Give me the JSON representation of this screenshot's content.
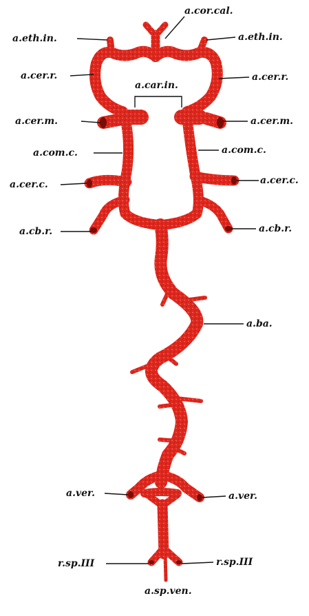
{
  "colors": {
    "artery": "#e0281e",
    "artery_dark": "#a8120c",
    "ink": "#111111",
    "background": "#ffffff"
  },
  "labels": {
    "cor_cal": "a.cor.cal.",
    "eth_in_left": "a.eth.in.",
    "eth_in_right": "a.eth.in.",
    "cer_r_left": "a.cer.r.",
    "cer_r_right": "a.cer.r.",
    "car_in": "a.car.in.",
    "cer_m_left": "a.cer.m.",
    "cer_m_right": "a.cer.m.",
    "com_c_left": "a.com.c.",
    "com_c_right": "a.com.c.",
    "cer_c_left": "a.cer.c.",
    "cer_c_right": "a.cer.c.",
    "cb_r_left": "a.cb.r.",
    "cb_r_right": "a.cb.r.",
    "ba": "a.ba.",
    "ver_left": "a.ver.",
    "ver_right": "a.ver.",
    "sp_iii_left": "r.sp.III",
    "sp_iii_right": "r.sp.III",
    "sp_ven": "a.sp.ven."
  }
}
